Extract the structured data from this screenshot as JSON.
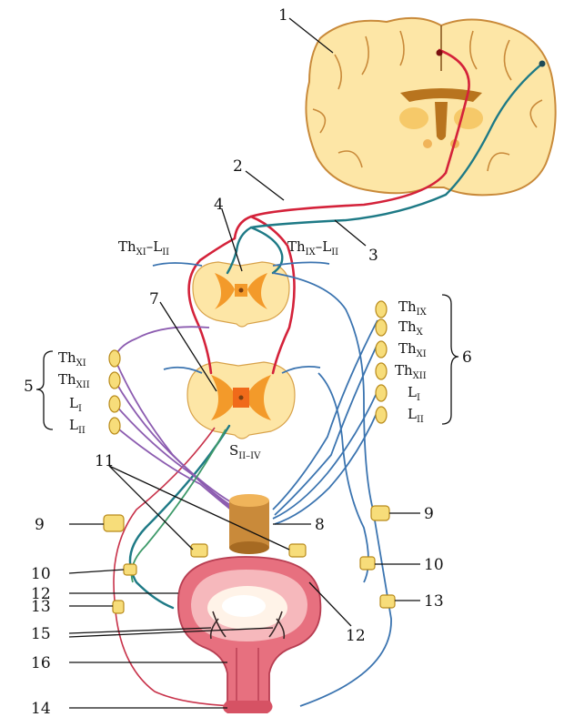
{
  "callouts": [
    "1",
    "2",
    "3",
    "4",
    "5",
    "6",
    "7",
    "8",
    "9",
    "10",
    "11",
    "12",
    "13",
    "14",
    "15",
    "16"
  ],
  "level_labels": {
    "th_xi_l_ii": {
      "base": "Th",
      "sub1": "XI",
      "dash": "–",
      "base2": "L",
      "sub2": "II"
    },
    "th_ix_l_ii": {
      "base": "Th",
      "sub1": "IX",
      "dash": "–",
      "base2": "L",
      "sub2": "II"
    },
    "s_ii_iv": {
      "base": "S",
      "sub": "II–IV"
    }
  },
  "left_ganglia_labels": [
    {
      "base": "Th",
      "sub": "XI"
    },
    {
      "base": "Th",
      "sub": "XII"
    },
    {
      "base": "L",
      "sub": "I"
    },
    {
      "base": "L",
      "sub": "II"
    }
  ],
  "right_ganglia_labels": [
    {
      "base": "Th",
      "sub": "IX"
    },
    {
      "base": "Th",
      "sub": "X"
    },
    {
      "base": "Th",
      "sub": "XI"
    },
    {
      "base": "Th",
      "sub": "XII"
    },
    {
      "base": "L",
      "sub": "I"
    },
    {
      "base": "L",
      "sub": "II"
    }
  ],
  "colors": {
    "motor_pathway": "#d4223a",
    "sensory_pathway": "#1e7a86",
    "sympathetic": "#3b74b0",
    "parasympathetic": "#8c5cb0",
    "brain_white": "#fde6a6",
    "gray_matter": "#f39a2a",
    "bladder_wall": "#e7707f"
  }
}
